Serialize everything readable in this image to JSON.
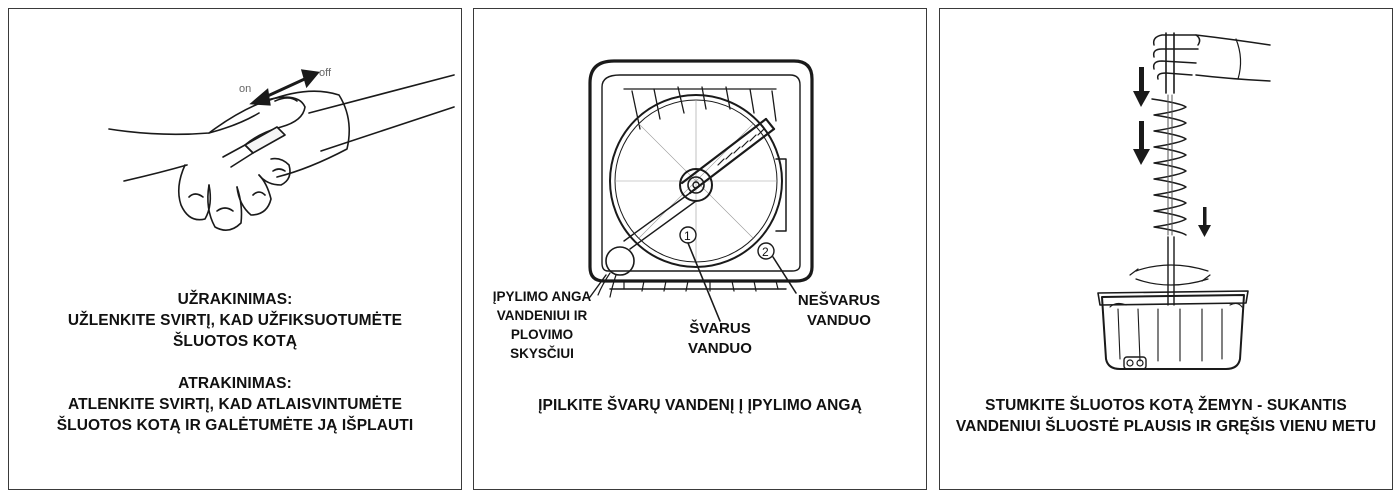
{
  "panel1": {
    "on_label": "on",
    "off_label": "off",
    "caption_lines": [
      "UŽRAKINIMAS:",
      "UŽLENKITE SVIRTĮ, KAD UŽFIKSUOTUMĖTE",
      "ŠLUOTOS KOTĄ",
      "",
      "ATRAKINIMAS:",
      "ATLENKITE SVIRTĮ, KAD ATLAISVINTUMĖTE",
      "ŠLUOTOS KOTĄ IR GALĖTUMĖTE JĄ IŠPLAUTI"
    ]
  },
  "panel2": {
    "inlet_label_lines": [
      "ĮPYLIMO ANGA",
      "VANDENIUI IR",
      "PLOVIMO",
      "SKYSČIUI"
    ],
    "clean_label_lines": [
      "ŠVARUS",
      "VANDUO"
    ],
    "dirty_label_lines": [
      "NEŠVARUS",
      "VANDUO"
    ],
    "marker_1": "1",
    "marker_2": "2",
    "caption_lines": [
      "ĮPILKITE ŠVARŲ VANDENĮ Į ĮPYLIMO ANGĄ"
    ]
  },
  "panel3": {
    "caption_lines": [
      "STUMKITE ŠLUOTOS KOTĄ ŽEMYN - SUKANTIS",
      "VANDENIUI ŠLUOSTĖ PLAUSIS IR GRĘŠIS VIENU METU"
    ]
  }
}
